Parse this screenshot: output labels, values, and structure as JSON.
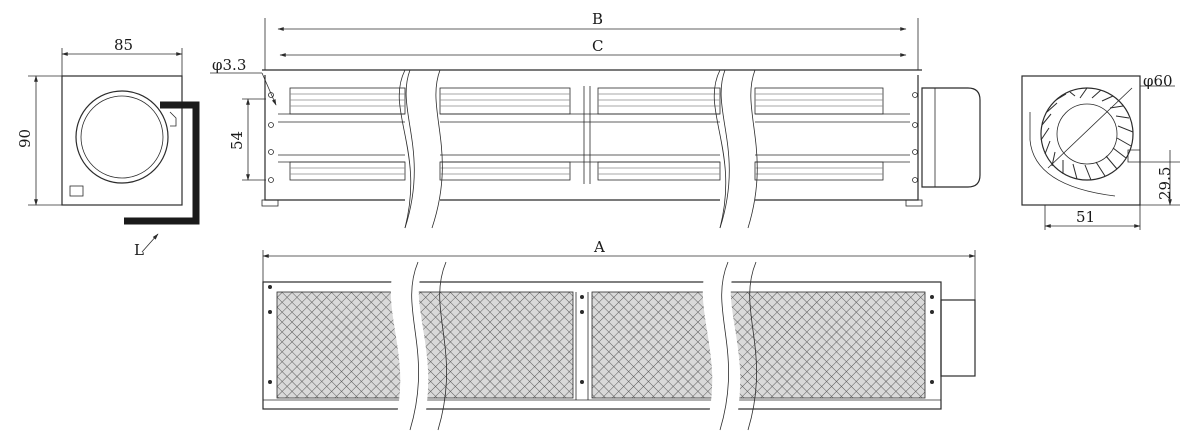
{
  "labels": {
    "side_width": "85",
    "side_height": "90",
    "hole_dia": "φ3.3",
    "mount_spacing": "54",
    "overall_b": "B",
    "overall_c": "C",
    "bracket": "L",
    "end_dia": "φ60",
    "end_width": "51",
    "end_height": "29.5",
    "overall_a": "A"
  },
  "colors": {
    "line": "#2b2b2b",
    "mesh": "#555555",
    "bracket": "#1a1a1a"
  },
  "icons": [
    "fan-impeller-icon",
    "motor-icon",
    "mounting-hole-icon",
    "mesh-grille-icon"
  ]
}
